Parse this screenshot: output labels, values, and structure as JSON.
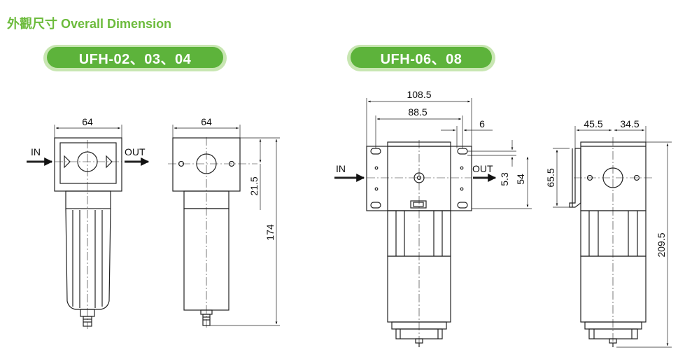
{
  "title": "外觀尺寸 Overall Dimension",
  "accent_color": "#6cbb3c",
  "badge_color": "#5db33b",
  "models": [
    {
      "badge": "UFH-02、03、04",
      "front": {
        "width_label": "64",
        "in_label": "IN",
        "out_label": "OUT"
      },
      "side": {
        "width_label": "64",
        "port_height_label": "21.5",
        "total_height_label": "174"
      }
    },
    {
      "badge": "UFH-06、08",
      "front": {
        "overall_width_label": "108.5",
        "mount_width_label": "88.5",
        "slot_label": "6",
        "in_label": "IN",
        "out_label": "OUT",
        "offset_label": "5.3",
        "body_height_label": "54"
      },
      "side": {
        "left_label": "45.5",
        "right_label": "34.5",
        "bracket_height_label": "65.5",
        "total_height_label": "209.5"
      }
    }
  ]
}
